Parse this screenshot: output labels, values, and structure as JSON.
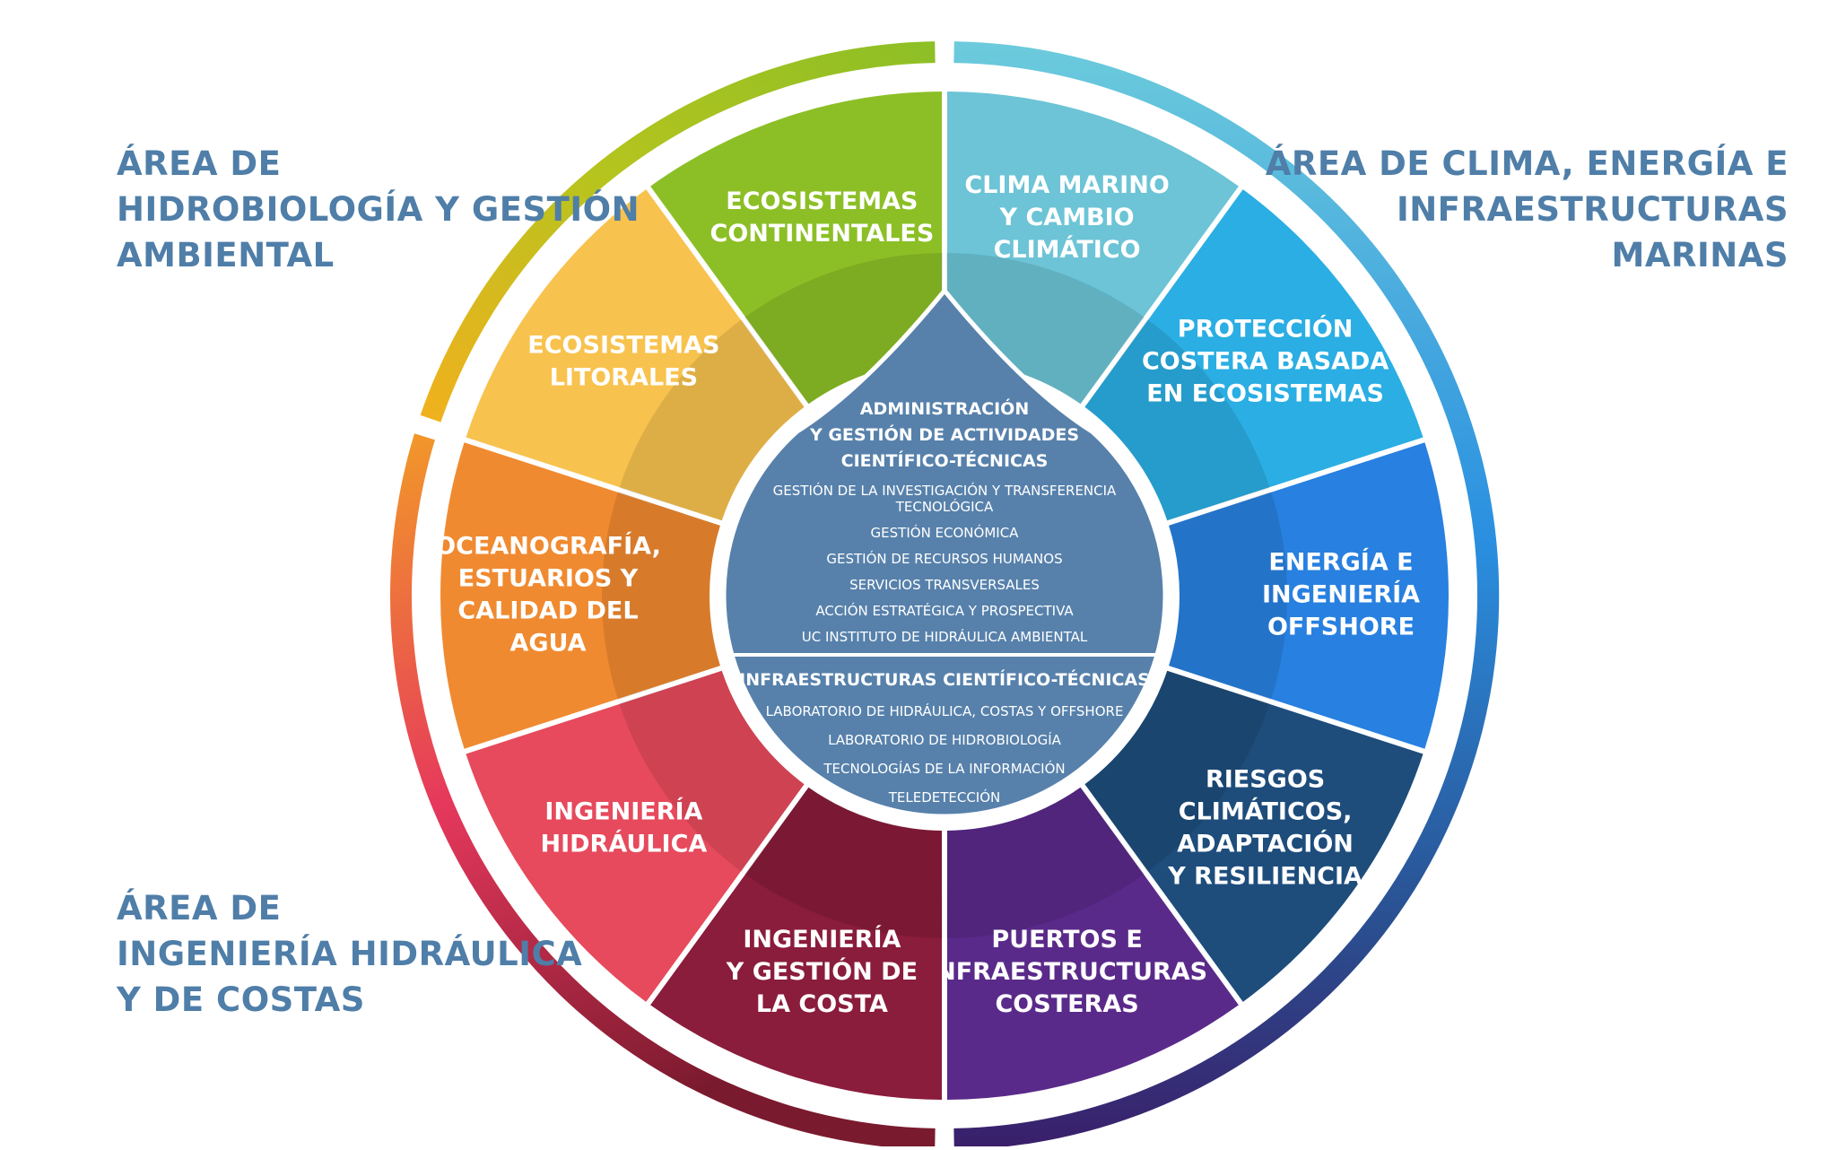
{
  "areas": {
    "top_left": [
      "ÁREA DE",
      "HIDROBIOLOGÍA Y GESTIÓN",
      "AMBIENTAL"
    ],
    "top_right": [
      "ÁREA DE CLIMA, ENERGÍA E",
      "INFRAESTRUCTURAS",
      "MARINAS"
    ],
    "bottom_left": [
      "ÁREA DE",
      "INGENIERÍA HIDRÁULICA",
      "Y DE COSTAS"
    ]
  },
  "segments": [
    {
      "lines": [
        "ECOSISTEMAS",
        "CONTINENTALES"
      ],
      "color": "#8cbf26"
    },
    {
      "lines": [
        "CLIMA MARINO",
        "Y CAMBIO",
        "CLIMÁTICO"
      ],
      "color": "#6cc4d6"
    },
    {
      "lines": [
        "PROTECCIÓN",
        "COSTERA BASADA",
        "EN ECOSISTEMAS"
      ],
      "color": "#2aaee3"
    },
    {
      "lines": [
        "ENERGÍA E",
        "INGENIERÍA",
        "OFFSHORE"
      ],
      "color": "#2880e0"
    },
    {
      "lines": [
        "RIESGOS",
        "CLIMÁTICOS,",
        "ADAPTACIÓN",
        "Y RESILIENCIA"
      ],
      "color": "#1e4d7c"
    },
    {
      "lines": [
        "PUERTOS E",
        "INFRAESTRUCTURAS",
        "COSTERAS"
      ],
      "color": "#5a2a8a"
    },
    {
      "lines": [
        "INGENIERÍA",
        "Y GESTIÓN DE",
        "LA COSTA"
      ],
      "color": "#8a1c3c"
    },
    {
      "lines": [
        "INGENIERÍA",
        "HIDRÁULICA"
      ],
      "color": "#e64a5c"
    },
    {
      "lines": [
        "OCEANOGRAFÍA,",
        "ESTUARIOS Y",
        "CALIDAD DEL",
        "AGUA"
      ],
      "color": "#f08a30"
    },
    {
      "lines": [
        "ECOSISTEMAS",
        "LITORALES"
      ],
      "color": "#f8c24e"
    }
  ],
  "core": {
    "admin": {
      "title": [
        "ADMINISTRACIÓN",
        "Y GESTIÓN DE ACTIVIDADES",
        "CIENTÍFICO-TÉCNICAS"
      ],
      "items": [
        [
          "GESTIÓN DE LA INVESTIGACIÓN Y TRANSFERENCIA",
          "TECNOLÓGICA"
        ],
        [
          "GESTIÓN ECONÓMICA"
        ],
        [
          "GESTIÓN DE RECURSOS HUMANOS"
        ],
        [
          "SERVICIOS TRANSVERSALES"
        ],
        [
          "ACCIÓN ESTRATÉGICA Y PROSPECTIVA"
        ],
        [
          "UC INSTITUTO DE HIDRÁULICA AMBIENTAL"
        ]
      ]
    },
    "infra": {
      "title": "INFRAESTRUCTURAS CIENTÍFICO-TÉCNICAS",
      "items": [
        "LABORATORIO DE HIDRÁULICA, COSTAS Y OFFSHORE",
        "LABORATORIO DE HIDROBIOLOGÍA",
        "TECNOLOGÍAS DE LA INFORMACIÓN",
        "TELEDETECCIÓN"
      ]
    }
  },
  "colors": {
    "area_title": "#4f7ea8",
    "core_fill": "#5781ab",
    "ring_green": "#8cbf26",
    "ring_blue": "#2880e0",
    "ring_red": "#c81e3c"
  }
}
